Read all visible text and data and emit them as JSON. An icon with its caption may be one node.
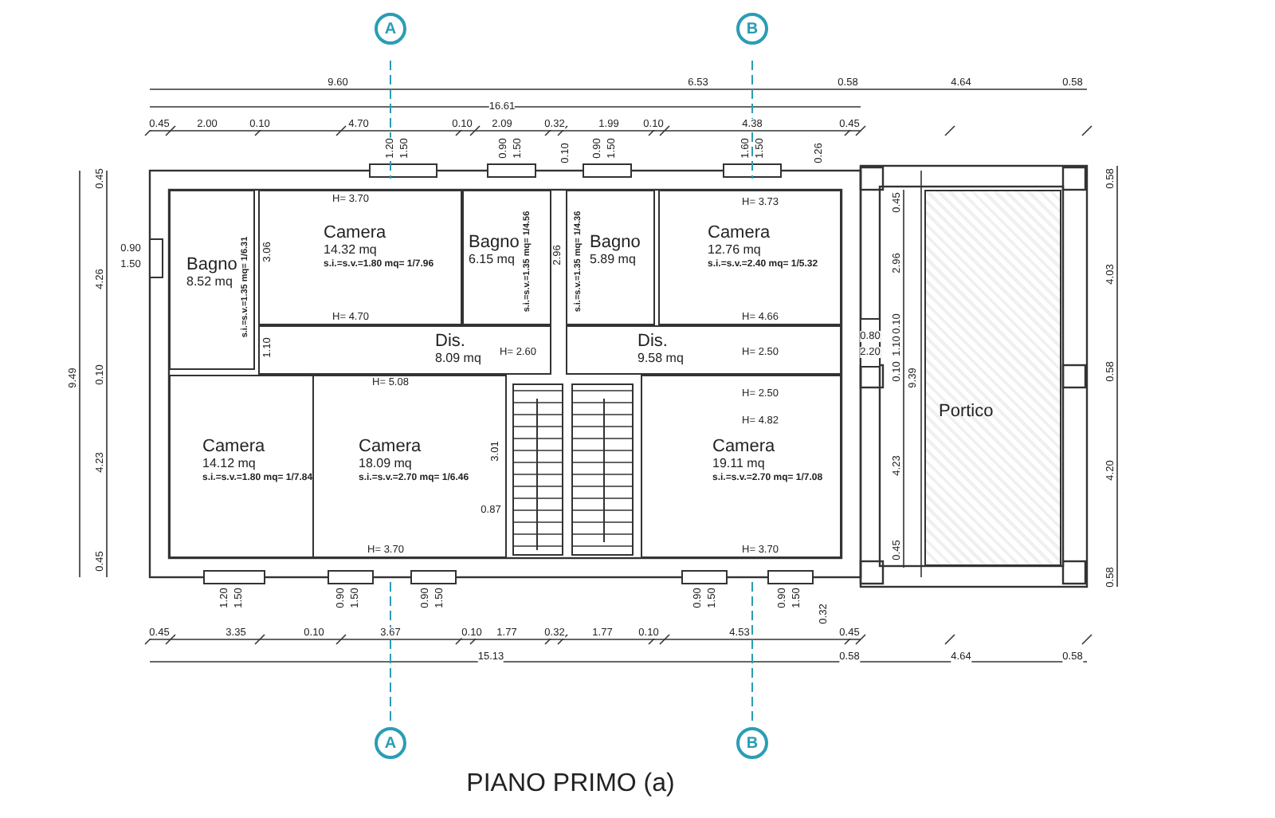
{
  "diagram": {
    "caption": "PIANO PRIMO (a)",
    "nodes": [
      {
        "text": [
          "A"
        ]
      },
      {
        "text": [
          "B"
        ]
      },
      {
        "text": [
          "Bagno",
          "8.52 mq",
          "s.i.=s.v.=1.35 mq= 1/6.31"
        ]
      },
      {
        "text": [
          "Camera",
          "14.32 mq",
          "s.i.=s.v.=1.80 mq= 1/7.96"
        ]
      },
      {
        "text": [
          "Bagno",
          "6.15 mq",
          "s.i.=s.v.=1.35 mq= 1/4.56"
        ]
      },
      {
        "text": [
          "Bagno",
          "5.89 mq",
          "s.i.=s.v.=1.35 mq= 1/4.36"
        ]
      },
      {
        "text": [
          "Camera",
          "12.76 mq",
          "s.i.=s.v.=2.40 mq= 1/5.32"
        ]
      },
      {
        "text": [
          "Dis.",
          "8.09 mq"
        ]
      },
      {
        "text": [
          "Dis.",
          "9.58 mq"
        ]
      },
      {
        "text": [
          "Portico"
        ]
      },
      {
        "text": [
          "Camera",
          "14.12 mq",
          "s.i.=s.v.=1.80 mq= 1/7.84"
        ]
      },
      {
        "text": [
          "Camera",
          "18.09 mq",
          "s.i.=s.v.=2.70 mq= 1/6.46"
        ]
      },
      {
        "text": [
          "Camera",
          "19.11 mq",
          "s.i.=s.v.=2.70 mq= 1/7.08"
        ]
      },
      {
        "text": [
          "A"
        ]
      },
      {
        "text": [
          "B"
        ]
      }
    ],
    "labels": [
      "9.60",
      "6.53",
      "0.58",
      "4.64",
      "0.58",
      "16.61",
      "0.45",
      "2.00",
      "0.10",
      "4.70",
      "0.10",
      "2.09",
      "0.32",
      "1.99",
      "0.10",
      "4.38",
      "0.45",
      "1.20",
      "1.50",
      "0.90",
      "1.50",
      "0.10",
      "0.90",
      "1.50",
      "1.60",
      "1.50",
      "0.26",
      "0.45",
      "0.58",
      "0.45",
      "H= 3.70",
      "H= 3.73",
      "0.90",
      "1.50",
      "3.06",
      "2.96",
      "2.96",
      "4.26",
      "4.03",
      "H= 4.70",
      "H= 4.66",
      "0.10",
      "0.80",
      "2.20",
      "1.10",
      "H= 2.60",
      "H= 2.50",
      "1.10",
      "9.49",
      "0.10",
      "0.10",
      "9.39",
      "0.58",
      "H= 5.08",
      "H= 2.50",
      "H= 4.82",
      "3.01",
      "4.23",
      "4.23",
      "4.20",
      "0.87",
      "H= 3.70",
      "H= 3.70",
      "0.45",
      "0.45",
      "0.58",
      "1.20",
      "1.50",
      "0.90",
      "1.50",
      "0.90",
      "1.50",
      "0.90",
      "1.50",
      "0.90",
      "1.50",
      "0.32",
      "0.45",
      "3.35",
      "0.10",
      "3.67",
      "0.10",
      "1.77",
      "0.32",
      "1.77",
      "0.10",
      "4.53",
      "0.45",
      "15.13",
      "0.58",
      "4.64",
      "0.58"
    ]
  }
}
